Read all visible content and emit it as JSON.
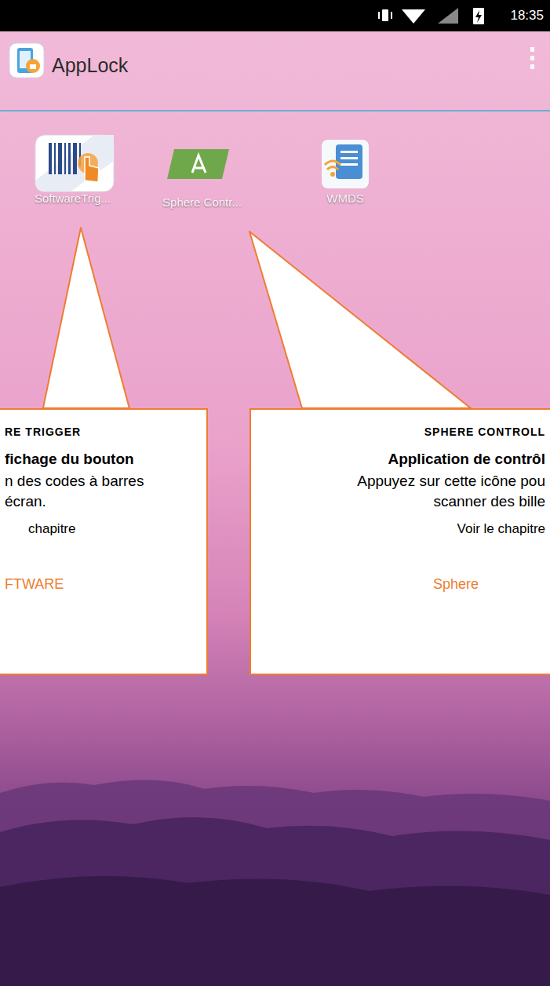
{
  "diagram": {
    "nodes": [
      {
        "text": [
          "AppLock"
        ]
      },
      {
        "text": [
          "SoftwareTrig..."
        ]
      },
      {
        "text": [
          "Sphere Contr..."
        ]
      },
      {
        "text": [
          "WMDS"
        ]
      },
      {
        "text": [
          "RE TRIGGER",
          "fichage du bouton",
          "n des codes à barres",
          "écran.",
          "chapitre",
          "FTWARE"
        ]
      },
      {
        "text": [
          "SPHERE CONTROLL",
          "Application de contrôl",
          "Appuyez sur cette icône pou",
          "scanner des bille",
          "Voir le chapitre",
          "Sphere"
        ]
      }
    ],
    "edges": [
      {
        "from": 4,
        "to": 1,
        "arrow": "none"
      },
      {
        "from": 5,
        "to": 2,
        "arrow": "none"
      }
    ],
    "labels": [
      "18:35"
    ]
  }
}
